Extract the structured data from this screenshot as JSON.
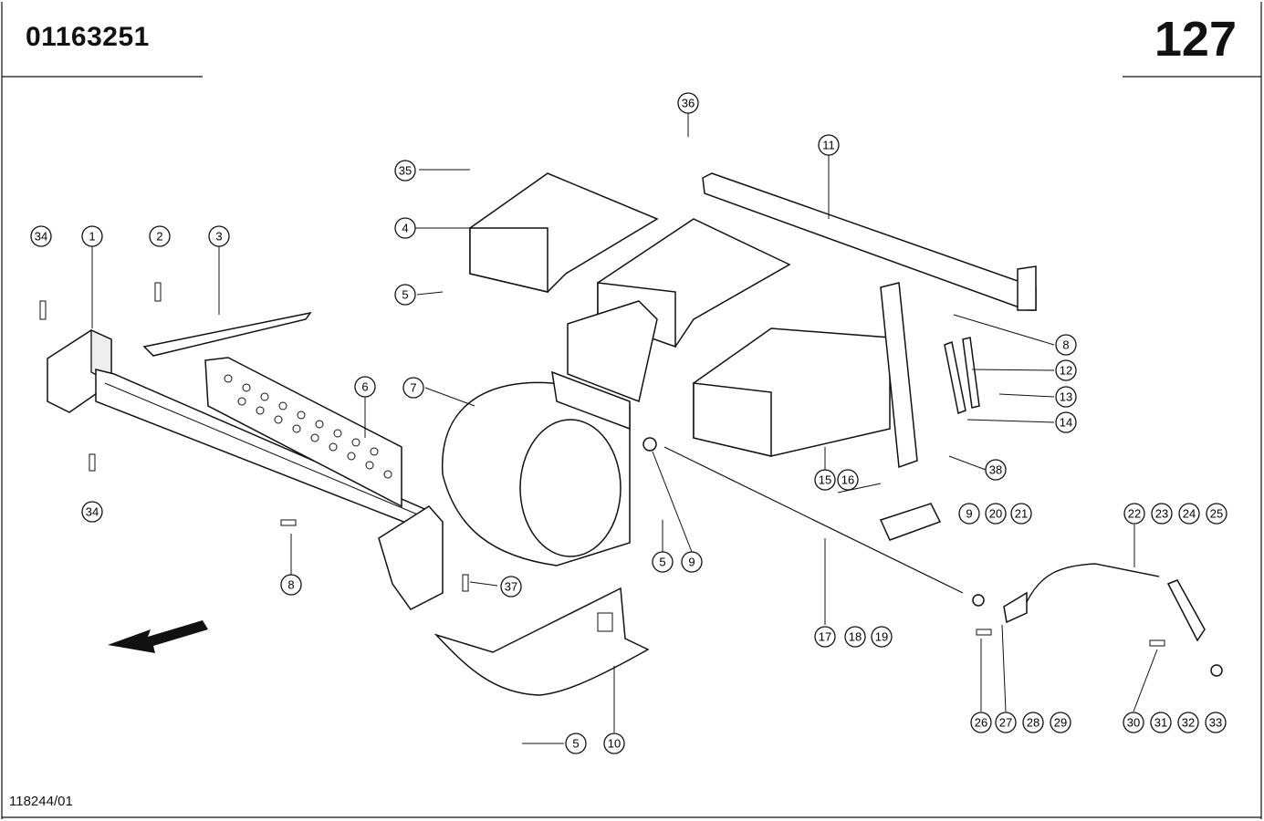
{
  "header": {
    "part_number": "01163251",
    "page_number": "127"
  },
  "footer": {
    "drawing_ref": "118244/01"
  },
  "callouts": [
    "1",
    "2",
    "3",
    "4",
    "5",
    "6",
    "7",
    "8",
    "9",
    "10",
    "11",
    "12",
    "13",
    "14",
    "15",
    "16",
    "17",
    "18",
    "19",
    "20",
    "21",
    "22",
    "23",
    "24",
    "25",
    "26",
    "27",
    "28",
    "29",
    "30",
    "31",
    "32",
    "33",
    "34",
    "35",
    "36",
    "37",
    "38"
  ],
  "direction_arrow": "arrow-icon"
}
